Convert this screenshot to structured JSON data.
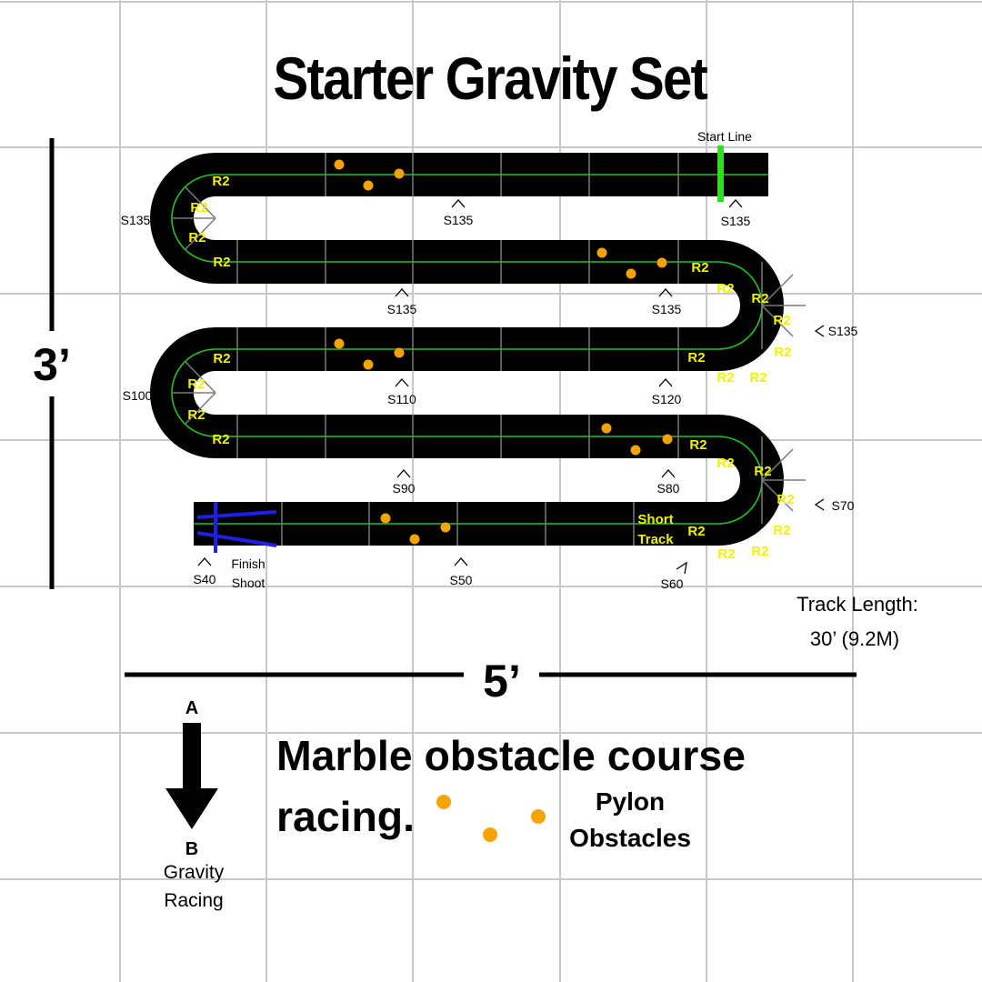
{
  "title": "Starter Gravity Set",
  "start_line": "Start Line",
  "finish_shoot": [
    "Finish",
    "Shoot"
  ],
  "short_track": [
    "Short",
    "Track"
  ],
  "piece_label": "R2",
  "section_labels": {
    "s135": "S135",
    "s100": "S100",
    "s110": "S110",
    "s120": "S120",
    "s90": "S90",
    "s80": "S80",
    "s70": "S70",
    "s40": "S40",
    "s50": "S50",
    "s60": "S60"
  },
  "dimensions": {
    "height": "3’",
    "width": "5’"
  },
  "track_length": {
    "label": "Track Length:",
    "value": "30’  (9.2M)"
  },
  "direction": {
    "from": "A",
    "to": "B",
    "caption": [
      "Gravity",
      "Racing"
    ]
  },
  "tagline": [
    "Marble obstacle course",
    "racing."
  ],
  "legend": {
    "label": [
      "Pylon",
      "Obstacles"
    ]
  },
  "colors": {
    "track": "#000000",
    "center_line": "#22c21f",
    "start_line": "#22e51b",
    "finish_gate": "#1f1fe6",
    "pylon": "#f5a300",
    "label_yellow": "#f2f200",
    "grid": "#c8c8c8"
  }
}
